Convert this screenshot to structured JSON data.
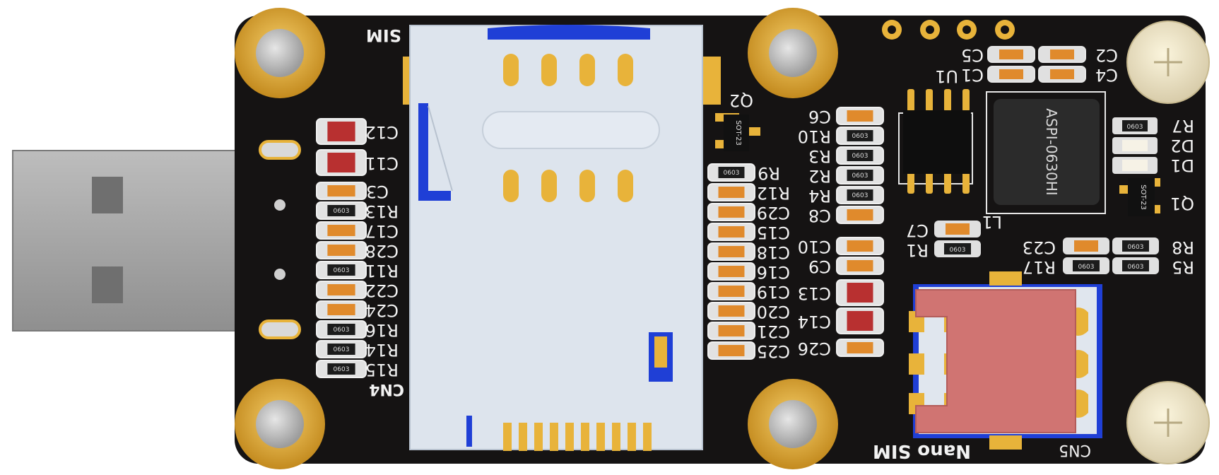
{
  "board": {
    "silkscreen": {
      "sim": "SIM",
      "nano_sim": "Nano SIM",
      "cn4": "CN4",
      "cn5": "CN5",
      "u1": "U1",
      "l1": "L1",
      "q1": "Q1",
      "q2": "Q2",
      "d1": "D1",
      "d2": "D2",
      "inductor_part": "ASPI-0630HI",
      "sot23": "SOT-23",
      "pkg_0603": "0603"
    },
    "left_labels": [
      "C12",
      "C11",
      "C3",
      "R13",
      "C17",
      "C28",
      "R11",
      "C22",
      "C24",
      "R16",
      "R14",
      "R15"
    ],
    "mid_labels": [
      "R9",
      "R12",
      "C29",
      "C15",
      "C18",
      "C16",
      "C19",
      "C20",
      "C21",
      "C25"
    ],
    "right_col_labels": [
      "C6",
      "R10",
      "R3",
      "R2",
      "R4",
      "C8",
      "C10",
      "C9",
      "C13",
      "C14",
      "C26"
    ],
    "top_caps": {
      "c5": "C5",
      "c2": "C2",
      "c1": "C1",
      "c4": "C4"
    },
    "misc_labels": {
      "r7": "R7",
      "c7": "C7",
      "r1": "R1",
      "c23": "C23",
      "r17": "R17",
      "r8": "R8",
      "r5": "R5"
    }
  },
  "colors": {
    "pcb": "#141212",
    "gold": "#e8b33a",
    "gold_dark": "#b9821c",
    "silk": "#f2f2f2",
    "card_tray": "#dce3ec",
    "nano_tray": "#d27474",
    "usb_metal": "#a8a8a8",
    "blue": "#1f3fd6",
    "cap_orange": "#e08a2c",
    "cap_red": "#b83030",
    "inductor": "#2b2b2b"
  }
}
